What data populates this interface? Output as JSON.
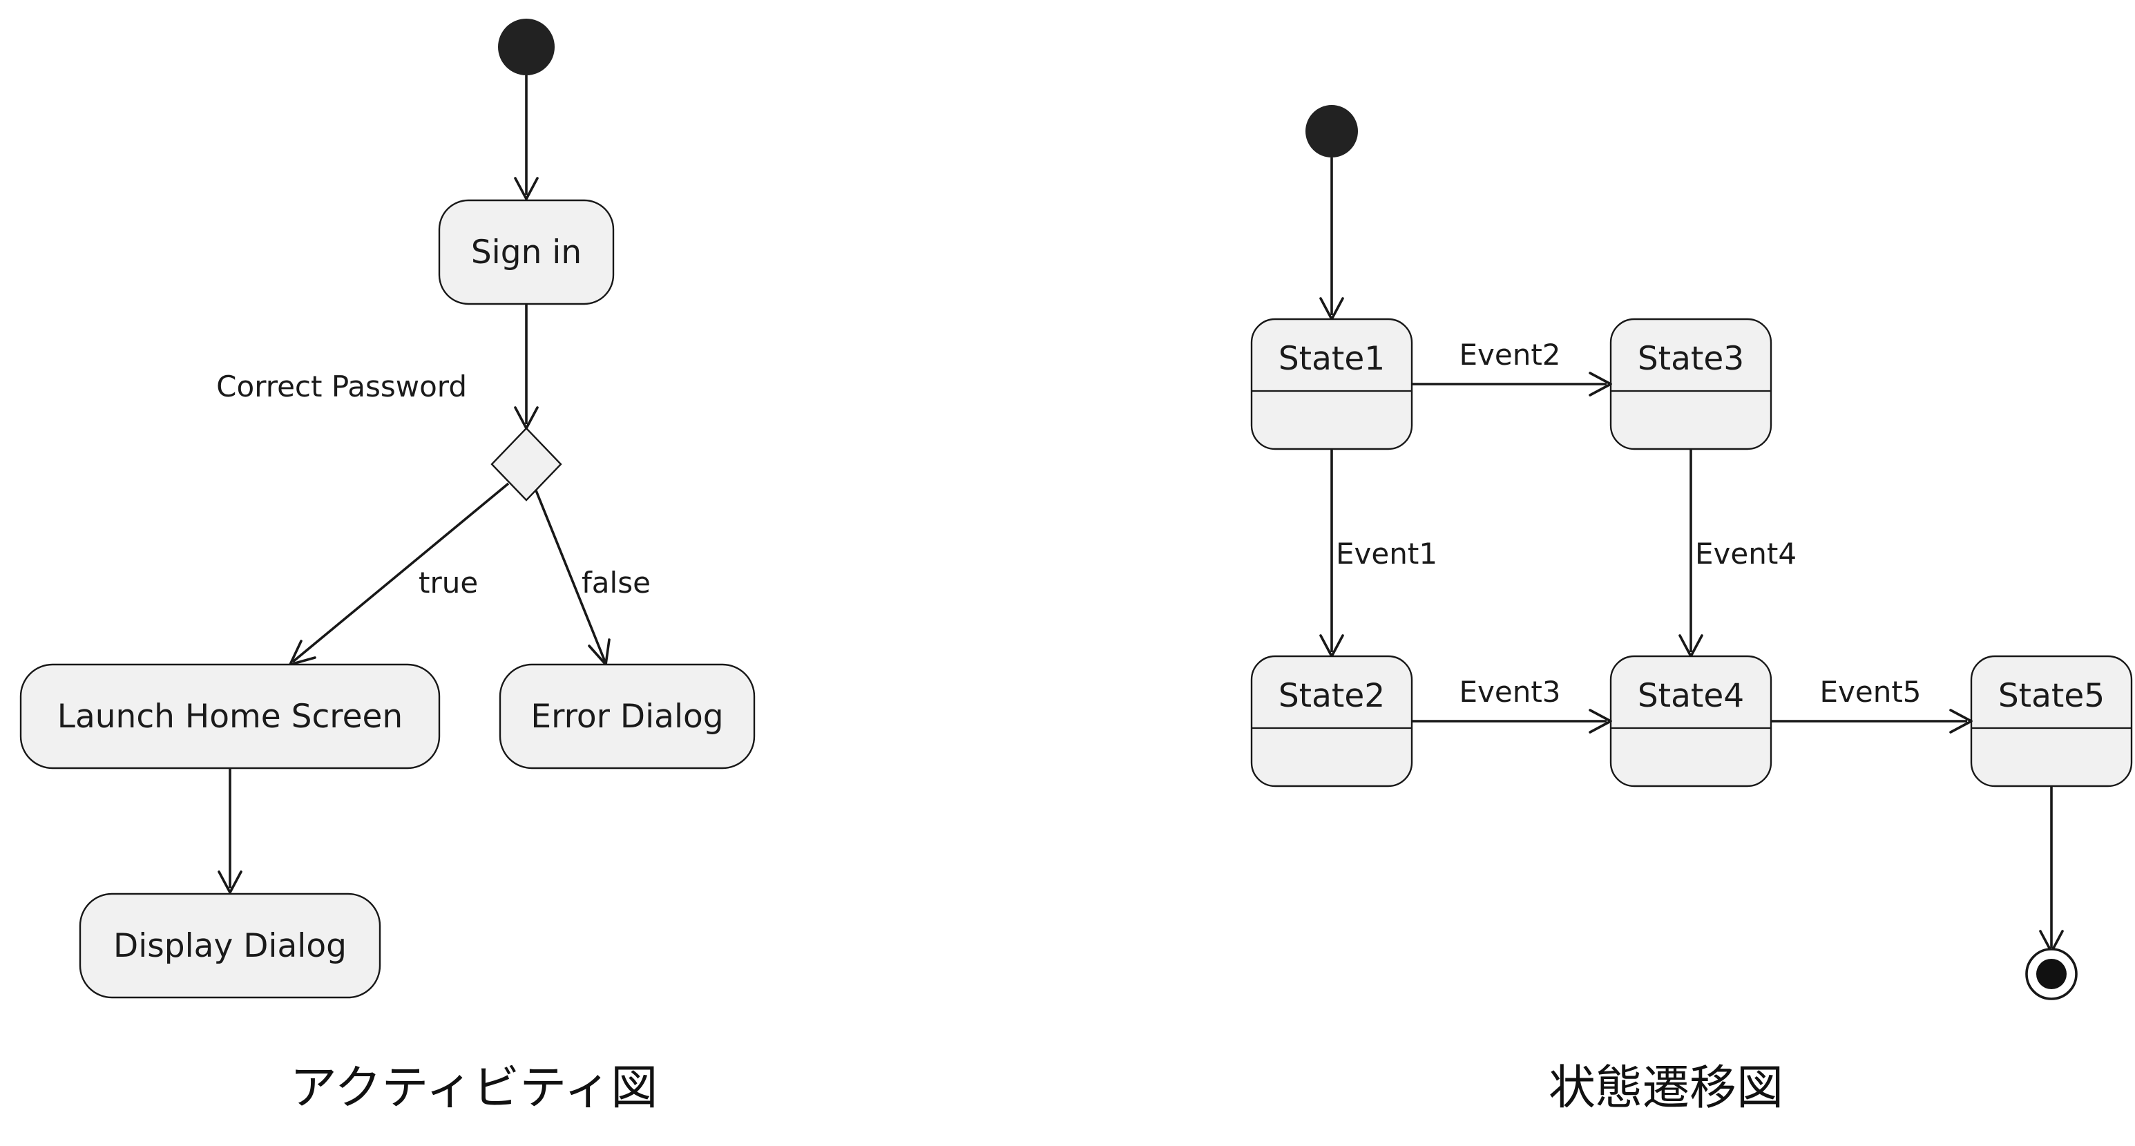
{
  "activity_diagram": {
    "caption": "アクティビティ図",
    "nodes": {
      "sign_in": "Sign in",
      "launch_home": "Launch Home Screen",
      "error_dialog": "Error Dialog",
      "display_dialog": "Display Dialog"
    },
    "decision_label": "Correct Password",
    "branch_true": "true",
    "branch_false": "false"
  },
  "state_diagram": {
    "caption": "状態遷移図",
    "states": {
      "state1": "State1",
      "state2": "State2",
      "state3": "State3",
      "state4": "State4",
      "state5": "State5"
    },
    "events": {
      "event1": "Event1",
      "event2": "Event2",
      "event3": "Event3",
      "event4": "Event4",
      "event5": "Event5"
    }
  },
  "colors": {
    "node_fill": "#f1f1f1",
    "stroke": "#181818",
    "background": "#ffffff"
  }
}
